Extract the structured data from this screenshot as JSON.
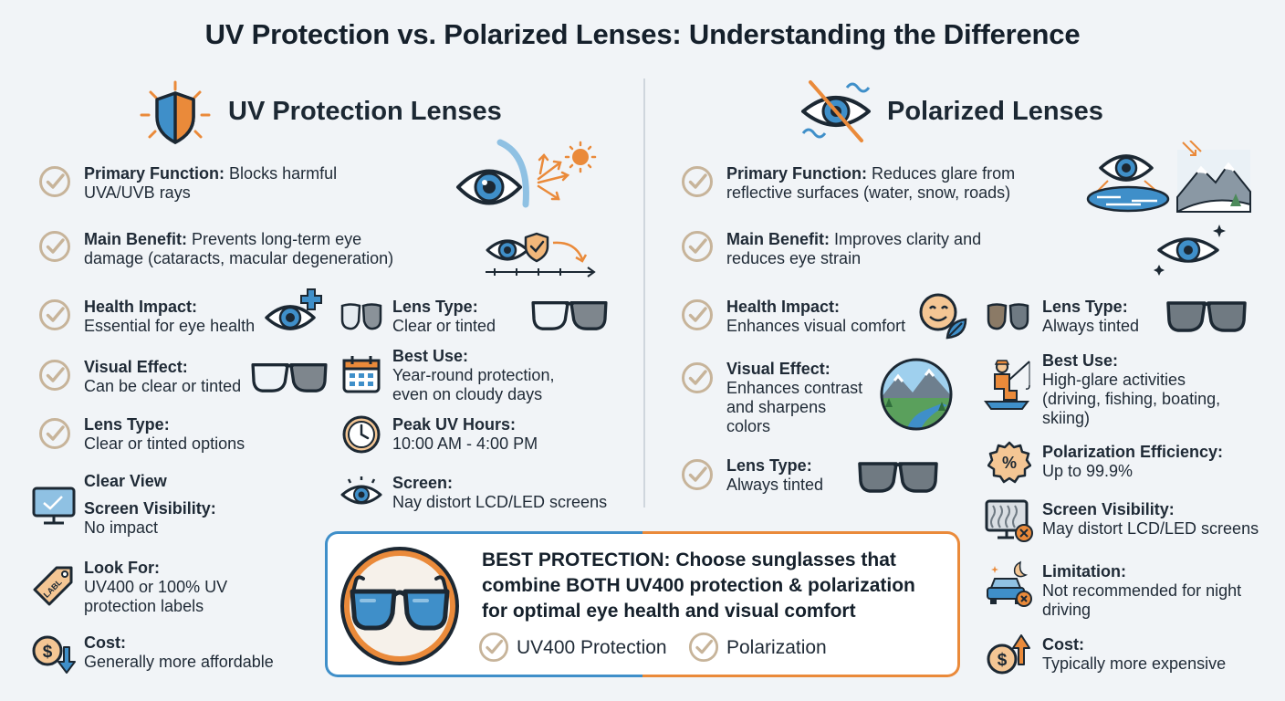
{
  "title": "UV Protection vs. Polarized Lenses: Understanding the Difference",
  "colors": {
    "blue": "#3f8fc9",
    "orange": "#ea8a3a",
    "check": "#c7b49a",
    "dark": "#1c2833"
  },
  "uv": {
    "heading": "UV Protection Lenses",
    "primary_label": "Primary Function:",
    "primary_text": "Blocks harmful",
    "primary_text2": "UVA/UVB rays",
    "benefit_label": "Main Benefit:",
    "benefit_text": "Prevents long-term eye",
    "benefit_text2": "damage (cataracts, macular degeneration)",
    "health_label": "Health Impact:",
    "health_text": "Essential for eye health",
    "lens_type_label": "Lens Type:",
    "lens_type_text": "Clear or tinted",
    "visual_label": "Visual Effect:",
    "visual_text": "Can be clear or tinted",
    "best_use_label": "Best Use:",
    "best_use_text": "Year-round protection,",
    "best_use_text2": "even on cloudy days",
    "lens_type2_label": "Lens Type:",
    "lens_type2_text": "Clear or tinted options",
    "peak_label": "Peak UV Hours:",
    "peak_text": "10:00 AM - 4:00 PM",
    "clear_view": "Clear View",
    "screen_label": "Screen Visibility:",
    "screen_text": "No impact",
    "screen2_label": "Screen:",
    "screen2_text": "Nay distort LCD/LED screens",
    "look_label": "Look For:",
    "look_text": "UV400 or 100% UV",
    "look_text2": "protection labels",
    "tag_text": "LABL",
    "cost_label": "Cost:",
    "cost_text": "Generally more affordable"
  },
  "pol": {
    "heading": "Polarized Lenses",
    "primary_label": "Primary Function:",
    "primary_text": "Reduces glare from",
    "primary_text2": "reflective surfaces (water, snow, roads)",
    "benefit_label": "Main Benefit:",
    "benefit_text": "Improves clarity and",
    "benefit_text2": "reduces eye strain",
    "health_label": "Health Impact:",
    "health_text": "Enhances visual comfort",
    "lens_type_label": "Lens Type:",
    "lens_type_text": "Always tinted",
    "visual_label": "Visual Effect:",
    "visual_text": "Enhances contrast",
    "visual_text2": "and sharpens",
    "visual_text3": "colors",
    "best_use_label": "Best Use:",
    "best_use_text": "High-glare activities",
    "best_use_text2": "(driving, fishing, boating,",
    "best_use_text3": "skiing)",
    "efficiency_label": "Polarization Efficiency:",
    "efficiency_text": "Up to 99.9%",
    "lens_type2_label": "Lens Type:",
    "lens_type2_text": "Always tinted",
    "screen_label": "Screen Visibility:",
    "screen_text": "May distort LCD/LED screens",
    "limitation_label": "Limitation:",
    "limitation_text": "Not recommended for night",
    "limitation_text2": "driving",
    "cost_label": "Cost:",
    "cost_text": "Typically more expensive"
  },
  "cta": {
    "line1": "BEST PROTECTION: Choose sunglasses that",
    "line2": "combine BOTH UV400 protection & polarization",
    "line3": "for optimal eye health and visual comfort",
    "item1": "UV400 Protection",
    "item2": "Polarization"
  }
}
